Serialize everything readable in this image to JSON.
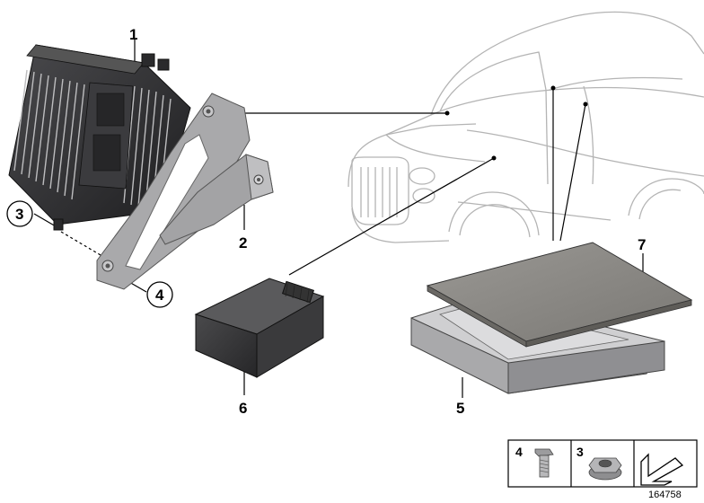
{
  "callouts": {
    "c1": "1",
    "c2": "2",
    "c3": "3",
    "c4": "4",
    "c5": "5",
    "c6": "6",
    "c7": "7"
  },
  "legend": {
    "item_bolt": "4",
    "item_nut": "3"
  },
  "reference_number": "164758",
  "colors": {
    "module_dark": "#2f2f31",
    "module_mid": "#6b6b6e",
    "bracket": "#a9a9ab",
    "plate": "#8c8a86",
    "car_outline": "#b4b4b4"
  },
  "icons": [
    "bolt-icon",
    "nut-icon",
    "arrow-icon"
  ]
}
